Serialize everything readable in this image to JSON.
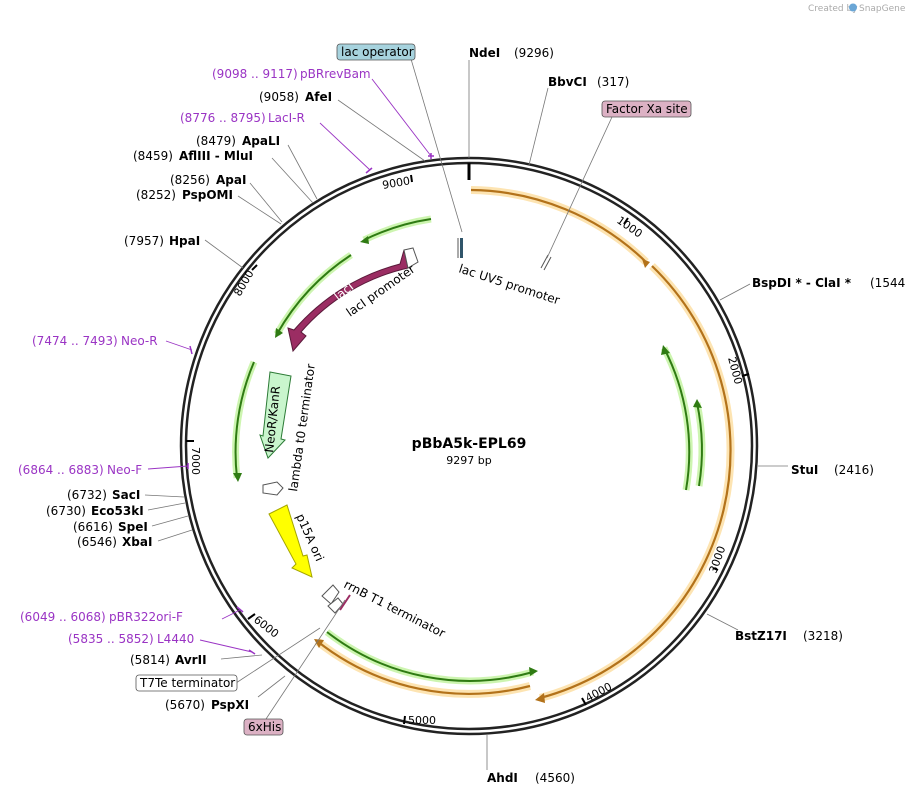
{
  "watermark": {
    "prefix": "Created by",
    "brand": "SnapGene"
  },
  "plasmid": {
    "name": "pBbA5k-EPL69",
    "length_label": "9297 bp",
    "length": 9297
  },
  "ring_ticks": [
    {
      "pos": 1000,
      "label": "1000"
    },
    {
      "pos": 2000,
      "label": "2000"
    },
    {
      "pos": 3000,
      "label": "3000"
    },
    {
      "pos": 4000,
      "label": "4000"
    },
    {
      "pos": 5000,
      "label": "5000"
    },
    {
      "pos": 6000,
      "label": "6000"
    },
    {
      "pos": 7000,
      "label": "7000"
    },
    {
      "pos": 8000,
      "label": "8000"
    },
    {
      "pos": 9000,
      "label": "9000"
    }
  ],
  "sites": [
    {
      "name": "NdeI",
      "pos": "(9296)"
    },
    {
      "name": "BbvCI",
      "pos": "(317)"
    },
    {
      "name": "BspDI * - ClaI *",
      "pos": "(1544)"
    },
    {
      "name": "StuI",
      "pos": "(2416)"
    },
    {
      "name": "BstZ17I",
      "pos": "(3218)"
    },
    {
      "name": "AhdI",
      "pos": "(4560)"
    },
    {
      "name": "PspXI",
      "pos": "(5670)"
    },
    {
      "name": "AvrII",
      "pos": "(5814)"
    },
    {
      "name": "XbaI",
      "pos": "(6546)"
    },
    {
      "name": "SpeI",
      "pos": "(6616)"
    },
    {
      "name": "Eco53kI",
      "pos": "(6730)"
    },
    {
      "name": "SacI",
      "pos": "(6732)"
    },
    {
      "name": "HpaI",
      "pos": "(7957)"
    },
    {
      "name": "PspOMI",
      "pos": "(8252)"
    },
    {
      "name": "ApaI",
      "pos": "(8256)"
    },
    {
      "name": "AflIII - MluI",
      "pos": "(8459)"
    },
    {
      "name": "ApaLI",
      "pos": "(8479)"
    },
    {
      "name": "AfeI",
      "pos": "(9058)"
    }
  ],
  "primers": [
    {
      "name": "pBRrevBam",
      "range": "(9098 .. 9117)"
    },
    {
      "name": "LacI-R",
      "range": "(8776 .. 8795)"
    },
    {
      "name": "Neo-R",
      "range": "(7474 .. 7493)"
    },
    {
      "name": "Neo-F",
      "range": "(6864 .. 6883)"
    },
    {
      "name": "pBR322ori-F",
      "range": "(6049 .. 6068)"
    },
    {
      "name": "L4440",
      "range": "(5835 .. 5852)"
    }
  ],
  "boxed_features": [
    {
      "name": "lac operator",
      "fill": "#a7d3de"
    },
    {
      "name": "Factor Xa site",
      "fill": "#dcb1c4"
    },
    {
      "name": "T7Te terminator",
      "fill": "#ffffff"
    },
    {
      "name": "6xHis",
      "fill": "#dcb1c4"
    }
  ],
  "features": [
    {
      "name": "lacI",
      "color": "#9b2d63"
    },
    {
      "name": "lacI promoter",
      "color": "#ffffff"
    },
    {
      "name": "NeoR/KanR",
      "color": "#c9f5cd"
    },
    {
      "name": "lambda t0 terminator",
      "color": "#ffffff"
    },
    {
      "name": "p15A ori",
      "color": "#ffff00"
    },
    {
      "name": "rrnB T1 terminator",
      "color": "#ffffff"
    },
    {
      "name": "lac UV5 promoter",
      "color": "#ffffff"
    }
  ],
  "colors": {
    "orf_orange": "#f0a020",
    "orf_green": "#3a8a1a",
    "primer": "#9a34c4"
  }
}
